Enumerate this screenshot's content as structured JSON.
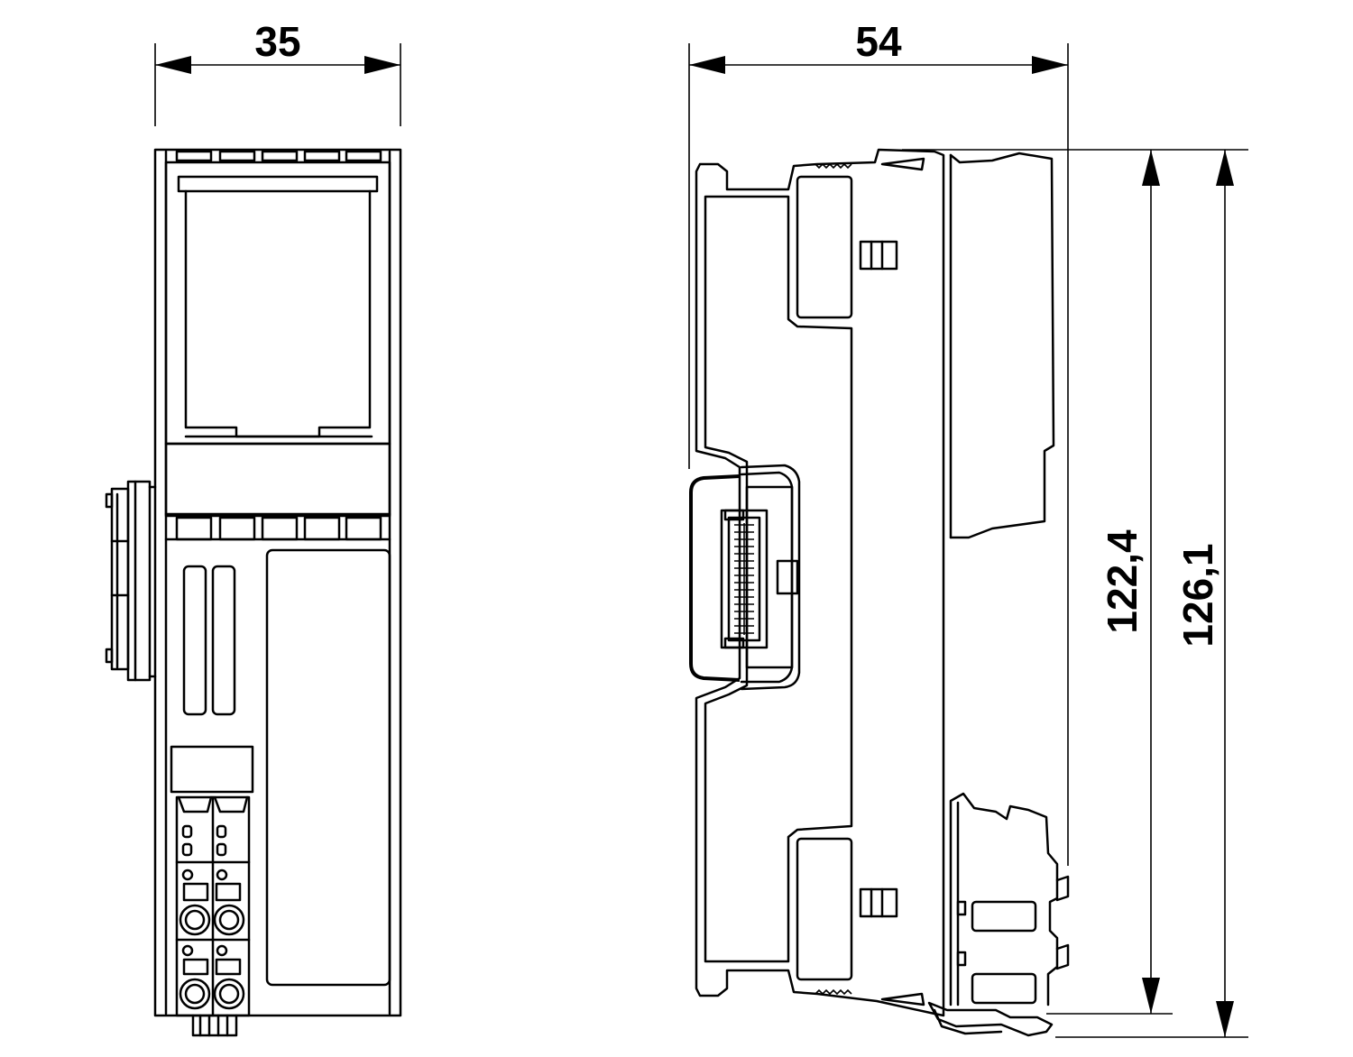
{
  "dimensions": {
    "front_width": "35",
    "side_depth": "54",
    "height_inner": "122,4",
    "height_outer": "126,1"
  },
  "colors": {
    "line": "#000000",
    "background": "#ffffff"
  }
}
